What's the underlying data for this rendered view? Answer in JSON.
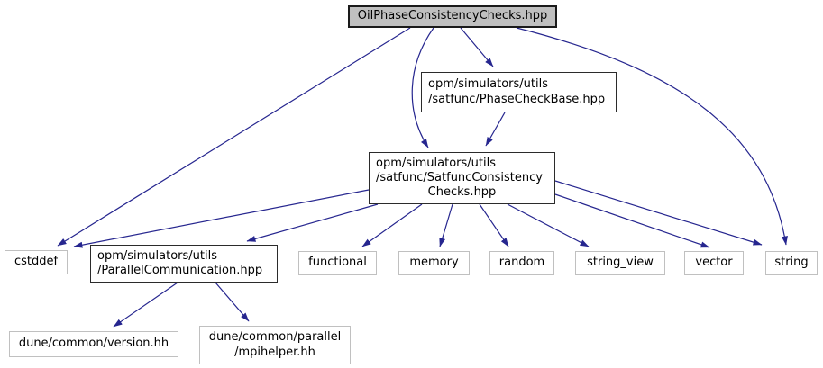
{
  "colors": {
    "background": "#ffffff",
    "edge": "#26268f",
    "node_fill": "#ffffff",
    "node_border_system": "#c0c0c0",
    "node_border_project": "#2b2b2b",
    "root_fill": "#bfbfbf",
    "root_border": "#1a1a1a",
    "text": "#000000"
  },
  "nodes": {
    "root": {
      "label": "OilPhaseConsistencyChecks.hpp"
    },
    "phase_check_base": {
      "line1": "opm/simulators/utils",
      "line2": "/satfunc/PhaseCheckBase.hpp"
    },
    "satfunc_consistency": {
      "line1": "opm/simulators/utils",
      "line2": "/satfunc/SatfuncConsistency",
      "line3": "Checks.hpp"
    },
    "cstddef": {
      "label": "cstddef"
    },
    "parallel_communication": {
      "line1": "opm/simulators/utils",
      "line2": "/ParallelCommunication.hpp"
    },
    "functional": {
      "label": "functional"
    },
    "memory": {
      "label": "memory"
    },
    "random": {
      "label": "random"
    },
    "string_view": {
      "label": "string_view"
    },
    "vector": {
      "label": "vector"
    },
    "string": {
      "label": "string"
    },
    "dune_version": {
      "label": "dune/common/version.hh"
    },
    "dune_mpihelper": {
      "line1": "dune/common/parallel",
      "line2": "/mpihelper.hh"
    }
  },
  "edges": [
    {
      "from": "root",
      "to": "cstddef"
    },
    {
      "from": "root",
      "to": "satfunc_consistency"
    },
    {
      "from": "root",
      "to": "phase_check_base"
    },
    {
      "from": "root",
      "to": "string"
    },
    {
      "from": "phase_check_base",
      "to": "satfunc_consistency"
    },
    {
      "from": "satfunc_consistency",
      "to": "cstddef"
    },
    {
      "from": "satfunc_consistency",
      "to": "parallel_communication"
    },
    {
      "from": "satfunc_consistency",
      "to": "functional"
    },
    {
      "from": "satfunc_consistency",
      "to": "memory"
    },
    {
      "from": "satfunc_consistency",
      "to": "random"
    },
    {
      "from": "satfunc_consistency",
      "to": "string_view"
    },
    {
      "from": "satfunc_consistency",
      "to": "vector"
    },
    {
      "from": "satfunc_consistency",
      "to": "string"
    },
    {
      "from": "parallel_communication",
      "to": "dune_version"
    },
    {
      "from": "parallel_communication",
      "to": "dune_mpihelper"
    }
  ]
}
